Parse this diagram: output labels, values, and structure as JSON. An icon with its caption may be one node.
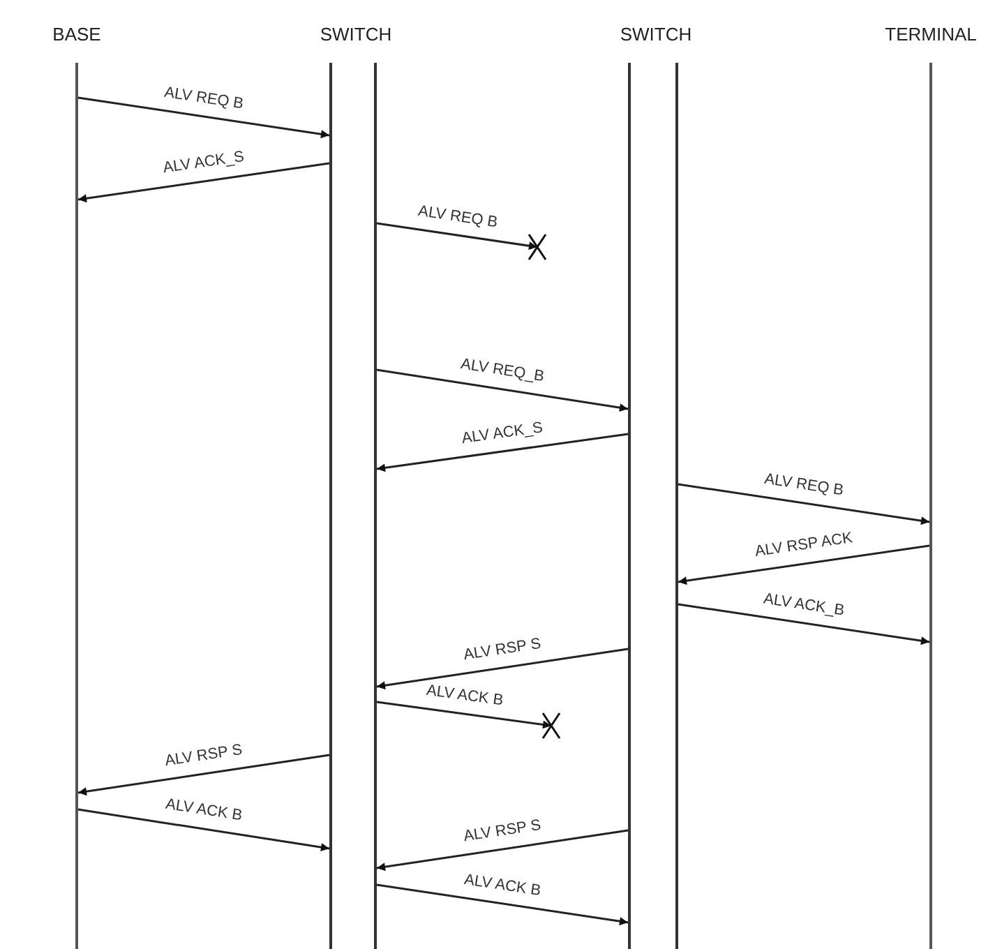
{
  "diagram": {
    "nodes": [
      {
        "text": [
          "BASE"
        ]
      },
      {
        "text": [
          "SWITCH"
        ]
      },
      {
        "text": [
          "SWITCH"
        ]
      },
      {
        "text": [
          "TERMINAL"
        ]
      }
    ],
    "edges": [
      {
        "from": 0,
        "to": 1,
        "arrow": "to",
        "label": "ALV REQ B"
      },
      {
        "from": 1,
        "to": 0,
        "arrow": "to",
        "label": "ALV ACK_S"
      },
      {
        "from": 1,
        "to": null,
        "arrow": "to",
        "label": "ALV REQ B"
      },
      {
        "from": 1,
        "to": 2,
        "arrow": "to",
        "label": "ALV REQ_B"
      },
      {
        "from": 2,
        "to": 1,
        "arrow": "to",
        "label": "ALV ACK_S"
      },
      {
        "from": 2,
        "to": 3,
        "arrow": "to",
        "label": "ALV REQ B"
      },
      {
        "from": 3,
        "to": 2,
        "arrow": "to",
        "label": "ALV RSP ACK"
      },
      {
        "from": 2,
        "to": 3,
        "arrow": "to",
        "label": "ALV ACK_B"
      },
      {
        "from": 2,
        "to": 1,
        "arrow": "to",
        "label": "ALV RSP S"
      },
      {
        "from": 1,
        "to": null,
        "arrow": "to",
        "label": "ALV ACK B"
      },
      {
        "from": 1,
        "to": 0,
        "arrow": "to",
        "label": "ALV RSP S"
      },
      {
        "from": 0,
        "to": 1,
        "arrow": "to",
        "label": "ALV ACK B"
      },
      {
        "from": 2,
        "to": 1,
        "arrow": "to",
        "label": "ALV RSP S"
      },
      {
        "from": 1,
        "to": 2,
        "arrow": "to",
        "label": "ALV ACK B"
      }
    ]
  }
}
